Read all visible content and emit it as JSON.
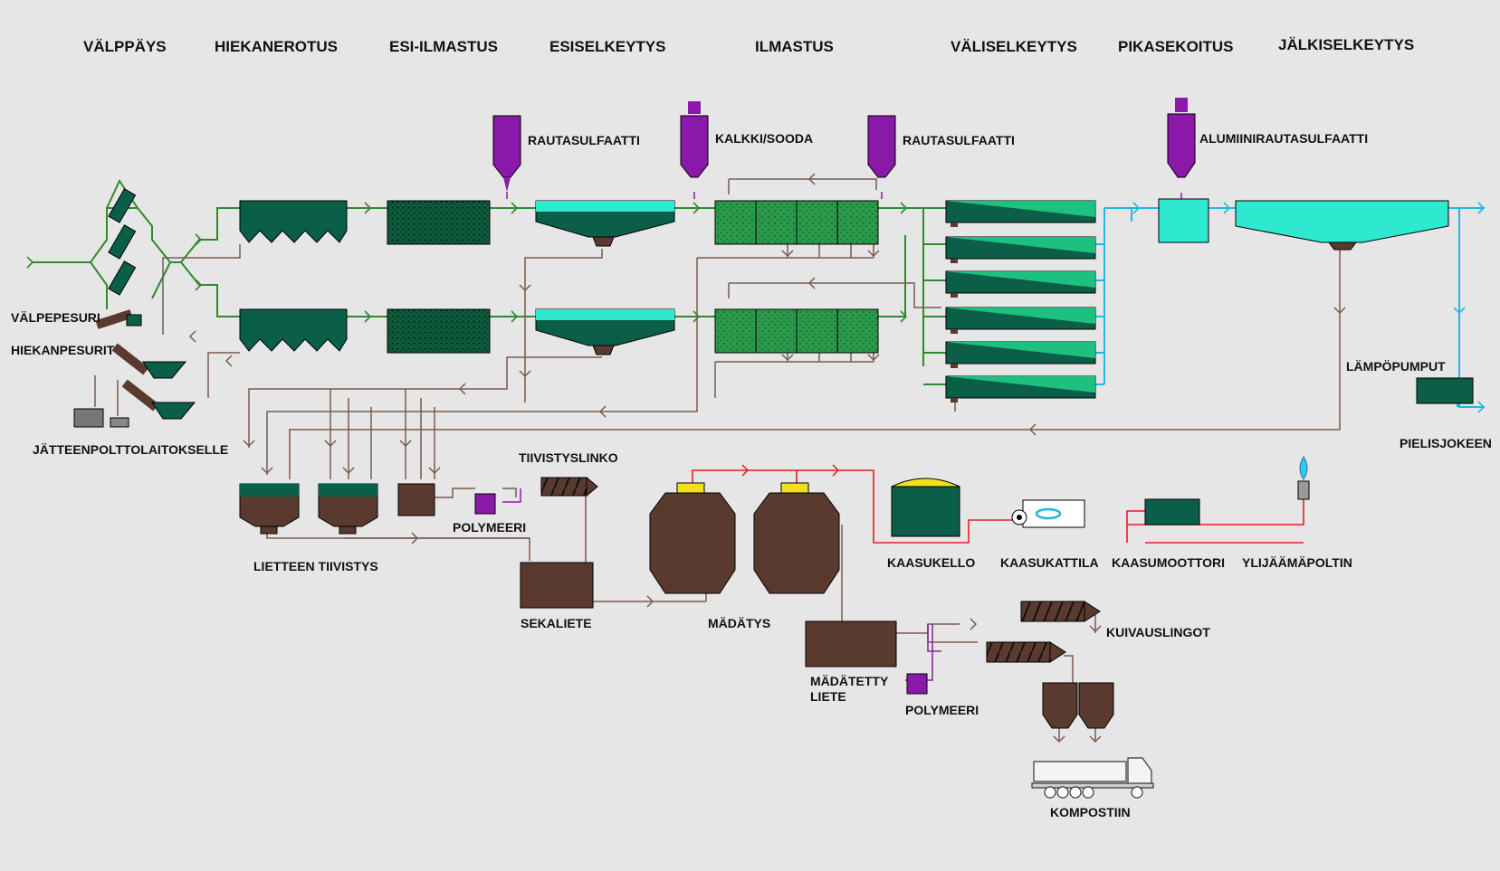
{
  "stages": [
    "VÄLPPÄYS",
    "HIEKANEROTUS",
    "ESI-ILMASTUS",
    "ESISELKEYTYS",
    "ILMASTUS",
    "VÄLISELKEYTYS",
    "PIKASEKOITUS",
    "JÄLKISELKEYTYS"
  ],
  "chemicals": {
    "c1": "RAUTASULFAATTI",
    "c2": "KALKKI/SOODA",
    "c3": "RAUTASULFAATTI",
    "c4": "ALUMIINIRAUTASULFAATTI"
  },
  "labels": {
    "screen_washer": "VÄLPEPESURI",
    "sand_washers": "HIEKANPESURIT",
    "to_incinerator": "JÄTTEENPOLTTOLAITOKSELLE",
    "sludge_thickening": "LIETTEEN TIIVISTYS",
    "polymer": "POLYMEERI",
    "thickening_centrifuge": "TIIVISTYSLINKO",
    "mixed_sludge": "SEKALIETE",
    "digestion": "MÄDÄTYS",
    "gas_holder": "KAASUKELLO",
    "gas_boiler": "KAASUKATTILA",
    "gas_engine": "KAASUMOOTTORI",
    "flare": "YLIJÄÄMÄPOLTIN",
    "heat_pumps": "LÄMPÖPUMPUT",
    "river": "PIELISJOKEEN",
    "digested_line1": "MÄDÄTETTY",
    "digested_line2": "LIETE",
    "polymer2": "POLYMEERI",
    "drying_centrifuges": "KUIVAUSLINGOT",
    "to_compost": "KOMPOSTIIN"
  },
  "colors": {
    "background": "#e6e6e6",
    "water_line": "#2f8a2f",
    "treated_water": "#1fb8e0",
    "sludge_line": "#7a5a4e",
    "gas_line": "#e02020",
    "polymer_line": "#8a1fa0",
    "tank_dark": "#0b5e48",
    "tank_medium": "#1f9a4a",
    "tank_cyan": "#2ee8d0",
    "sludge_brown": "#5a3a2e",
    "chemical_silo": "#8a18a8",
    "gas_cap": "#f0e020"
  }
}
